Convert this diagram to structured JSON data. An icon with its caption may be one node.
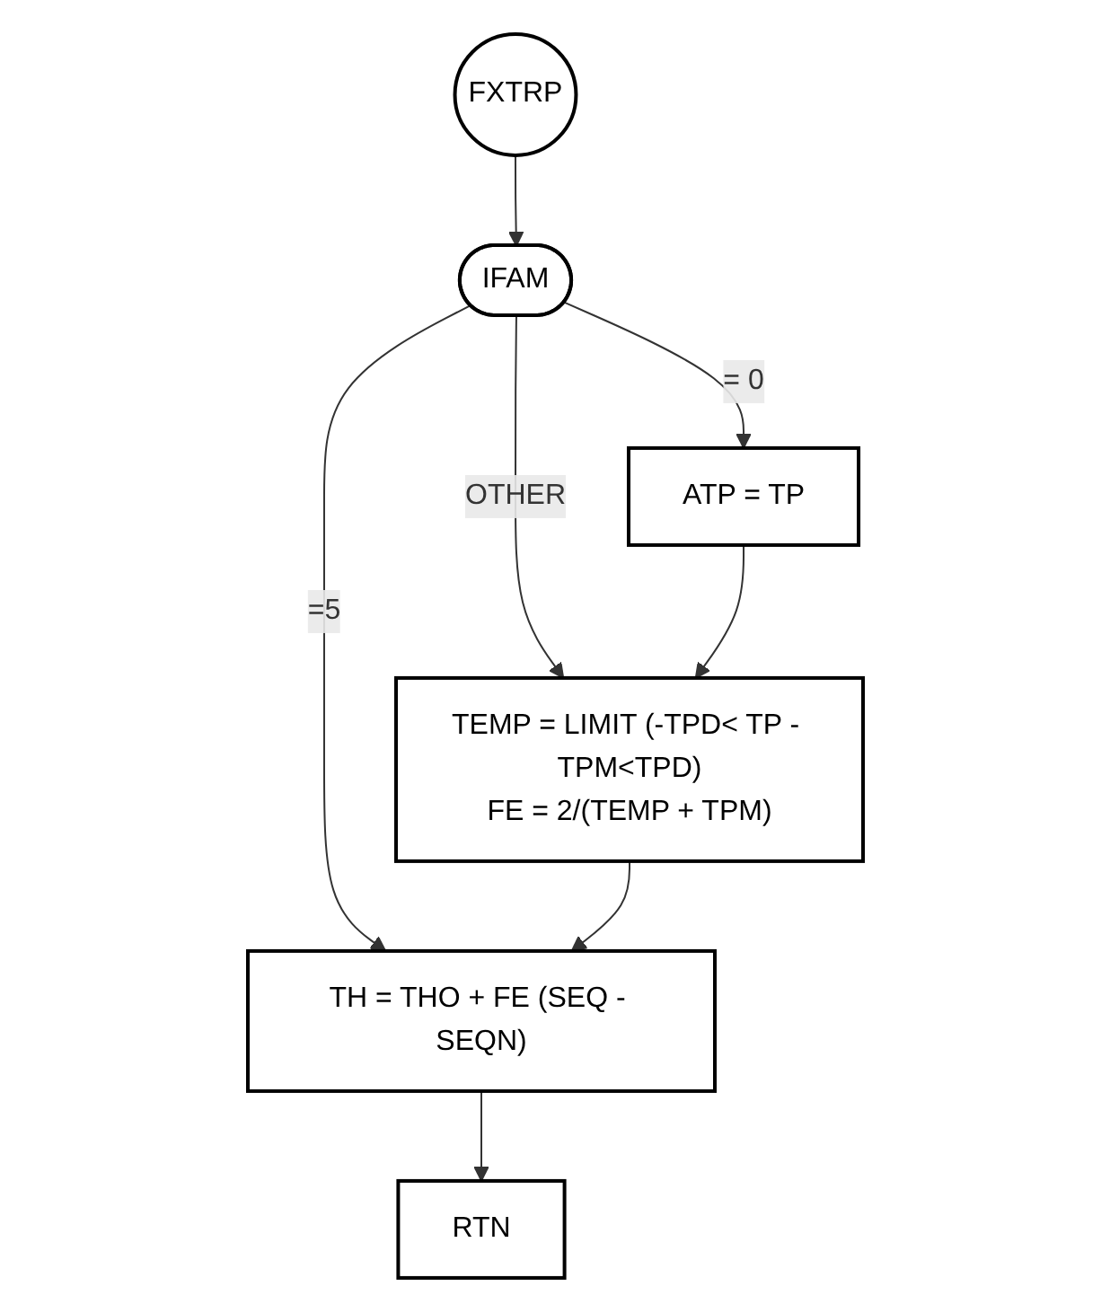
{
  "diagram": {
    "nodes": [
      {
        "text": [
          "FXTRP"
        ]
      },
      {
        "text": [
          "IFAM"
        ]
      },
      {
        "text": [
          "ATP = TP"
        ]
      },
      {
        "text": [
          "TEMP = LIMIT (-TPD< TP - TPM<TPD)",
          "FE = 2/(TEMP + TPM)"
        ]
      },
      {
        "text": [
          "TH = THO + FE (SEQ - SEQN)"
        ]
      },
      {
        "text": [
          "RTN"
        ]
      }
    ],
    "edges": [
      {
        "from": 0,
        "to": 1,
        "arrow": "to"
      },
      {
        "from": 1,
        "to": 2,
        "label": "= 0",
        "arrow": "to"
      },
      {
        "from": 1,
        "to": 4,
        "label": "=5",
        "arrow": "to"
      },
      {
        "from": 1,
        "to": 3,
        "label": "OTHER",
        "arrow": "to"
      },
      {
        "from": 2,
        "to": 3,
        "arrow": "to"
      },
      {
        "from": 3,
        "to": 4,
        "arrow": "to"
      },
      {
        "from": 4,
        "to": 5,
        "arrow": "to"
      }
    ]
  }
}
